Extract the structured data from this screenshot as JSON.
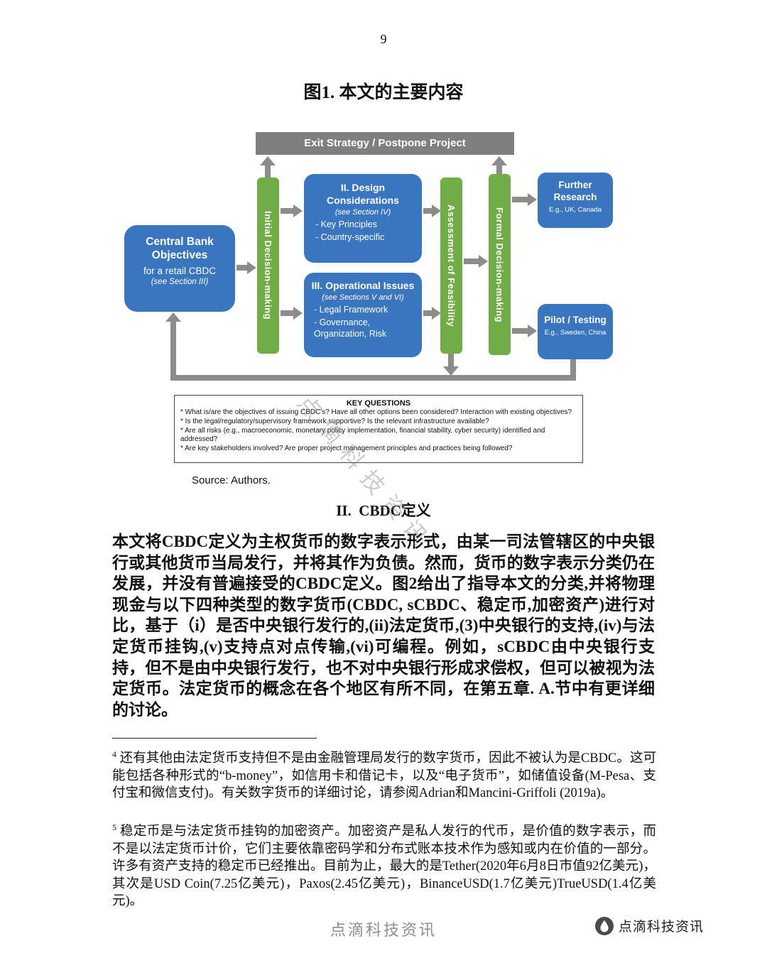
{
  "page": {
    "number": "9"
  },
  "figure": {
    "title": "图1. 本文的主要内容",
    "source": "Source: Authors."
  },
  "flowchart": {
    "exit_bar": "Exit Strategy / Postpone Project",
    "central_box": {
      "line1": "Central Bank",
      "line2": "Objectives",
      "line3": "for a retail CBDC",
      "line4": "(see Section III)"
    },
    "initial_bar": "Initial Decision-making",
    "design_box": {
      "title": "II. Design Considerations",
      "subtitle": "(see Section IV)",
      "items": [
        "- Key Principles",
        "- Country-specific"
      ]
    },
    "operational_box": {
      "title": "III. Operational Issues",
      "subtitle": "(see Sections V and VI)",
      "items": [
        "- Legal Framework",
        "- Governance, Organization, Risk"
      ]
    },
    "assessment_bar": "Assessment of Feasibility",
    "formal_bar": "Formal Decision-making",
    "further_box": {
      "title": "Further Research",
      "subtitle": "E.g., UK, Canada"
    },
    "pilot_box": {
      "title": "Pilot / Testing",
      "subtitle": "E.g., Sweden, China"
    },
    "colors": {
      "blue": "#3a76c0",
      "green": "#70ad47",
      "gray_bar": "#7f7f7f",
      "arrow": "#8c8c8c"
    }
  },
  "key_questions": {
    "title": "KEY QUESTIONS",
    "items": [
      "* What is/are the objectives of issuing CBDC's? Have all other options been considered? Interaction with existing objectives?",
      "* Is the legal/regulatory/supervisory framework supportive? Is the relevant infrastructure available?",
      "* Are all risks (e.g., macroeconomic, monetary policy implementation, financial stability, cyber security) identified and addressed?",
      "* Are key stakeholders involved? Are proper project management principles and practices being followed?"
    ]
  },
  "section": {
    "heading": "II.  CBDC定义",
    "body": "本文将CBDC定义为主权货币的数字表示形式，由某一司法管辖区的中央银行或其他货币当局发行，并将其作为负债。然而，货币的数字表示分类仍在发展，并没有普遍接受的CBDC定义。图2给出了指导本文的分类,并将物理现金与以下四种类型的数字货币(CBDC, sCBDC、稳定币,加密资产)进行对比，基于（i）是否中央银行发行的,(ii)法定货币,(3)中央银行的支持,(iv)与法定货币挂钩,(v)支持点对点传输,(vi)可编程。例如，sCBDC由中央银行支持，但不是由中央银行发行，也不对中央银行形成求偿权，但可以被视为法定货币。法定货币的概念在各个地区有所不同，在第五章. A.节中有更详细的讨论。"
  },
  "footnotes": [
    {
      "marker": "4",
      "text": " 还有其他由法定货币支持但不是由金融管理局发行的数字货币，因此不被认为是CBDC。这可能包括各种形式的“b-money”，如信用卡和借记卡，以及“电子货币”，如储值设备(M-Pesa、支付宝和微信支付)。有关数字货币的详细讨论，请参阅Adrian和Mancini-Griffoli (2019a)。"
    },
    {
      "marker": "5",
      "text": " 稳定币是与法定货币挂钩的加密资产。加密资产是私人发行的代币，是价值的数字表示，而不是以法定货币计价，它们主要依靠密码学和分布式账本技术作为感知或内在价值的一部分。许多有资产支持的稳定币已经推出。目前为止，最大的是Tether(2020年6月8日市值92亿美元)，其次是USD Coin(7.25亿美元)，Paxos(2.45亿美元)，BinanceUSD(1.7亿美元)TrueUSD(1.4亿美元)。"
    }
  ],
  "branding": {
    "watermark_diagonal": "点滴科技资讯",
    "footer_center": "点滴科技资讯",
    "footer_right": "点滴科技资讯",
    "logo": "water-drop-logo"
  }
}
